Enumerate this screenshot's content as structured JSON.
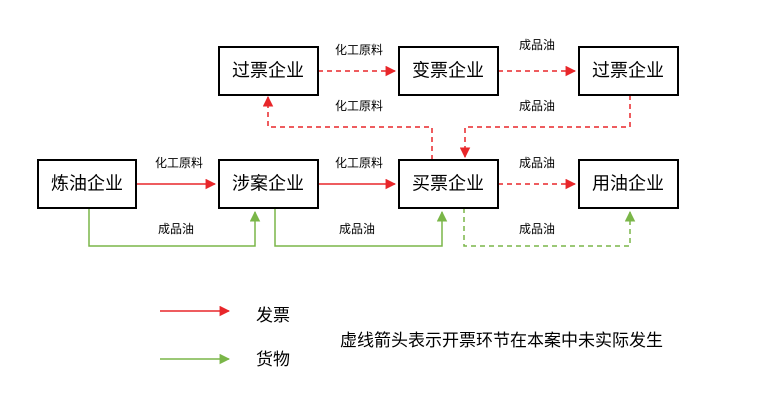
{
  "colors": {
    "invoice": "#e8262a",
    "goods": "#7ab648"
  },
  "nodes": {
    "refinery": "炼油企业",
    "involved": "涉案企业",
    "transit_left": "过票企业",
    "transform": "变票企业",
    "transit_right": "过票企业",
    "buyer": "买票企业",
    "user": "用油企业"
  },
  "edges": {
    "refinery_to_involved": "化工原料",
    "involved_to_buyer": "化工原料",
    "transit_to_transform": "化工原料",
    "transform_to_transit": "成品油",
    "buyer_to_transit_left": "化工原料",
    "transit_right_to_buyer": "成品油",
    "buyer_to_user": "成品油",
    "goods_refinery_to_involved": "成品油",
    "goods_involved_to_buyer": "成品油",
    "goods_buyer_to_user": "成品油"
  },
  "legend": {
    "invoice": "发票",
    "goods": "货物"
  },
  "note": "虚线箭头表示开票环节在本案中未实际发生"
}
